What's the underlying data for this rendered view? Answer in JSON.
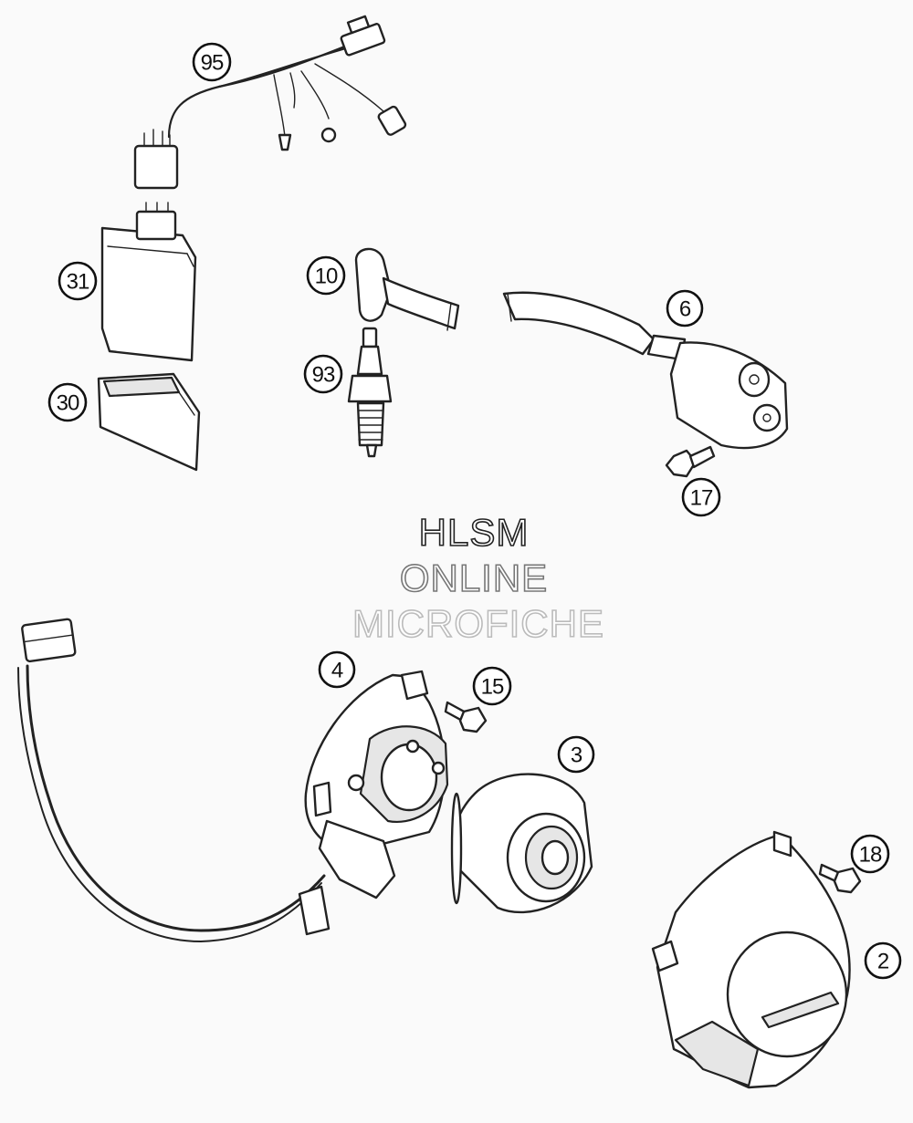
{
  "watermark": {
    "line1": "HLSM",
    "line2": "ONLINE",
    "line3": "MICROFICHE"
  },
  "callouts": {
    "c95": "95",
    "c31": "31",
    "c30": "30",
    "c10": "10",
    "c93": "93",
    "c6": "6",
    "c17": "17",
    "c4": "4",
    "c15": "15",
    "c3": "3",
    "c18": "18",
    "c2": "2"
  },
  "colors": {
    "background": "#fafafa",
    "line": "#222222"
  }
}
